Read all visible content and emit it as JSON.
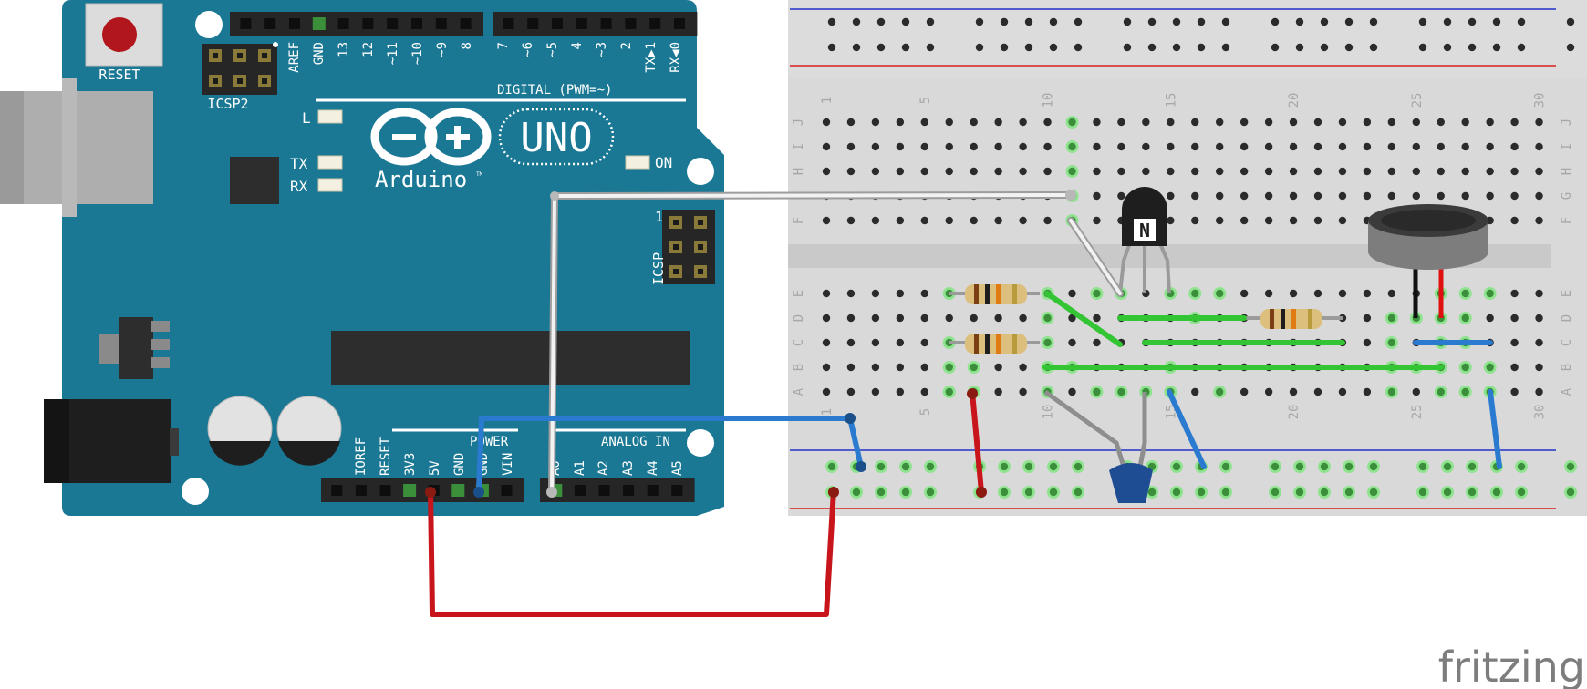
{
  "arduino": {
    "reset_label": "RESET",
    "icsp2_label": "ICSP2",
    "icsp_label": "ICSP",
    "icsp_pin1": "1",
    "uno_label": "UNO",
    "brand_label": "Arduino",
    "tm": "TM",
    "led_l": "L",
    "led_tx": "TX",
    "led_rx": "RX",
    "led_on": "ON",
    "digital_label": "DIGITAL (PWM=~)",
    "power_label": "POWER",
    "analog_label": "ANALOG IN",
    "digital_pins": [
      "AREF",
      "GND",
      "13",
      "12",
      "~11",
      "~10",
      "~9",
      "8",
      "7",
      "~6",
      "~5",
      "4",
      "~3",
      "2",
      "TX▶1",
      "RX◀0"
    ],
    "power_pins": [
      "IOREF",
      "RESET",
      "3V3",
      "5V",
      "GND",
      "GND",
      "VIN"
    ],
    "analog_pins": [
      "A0",
      "A1",
      "A2",
      "A3",
      "A4",
      "A5"
    ]
  },
  "breadboard": {
    "columns_labeled": [
      "1",
      "5",
      "10",
      "15",
      "20",
      "25",
      "30"
    ],
    "rows_top": [
      "J",
      "I",
      "H",
      "G",
      "F"
    ],
    "rows_bottom": [
      "E",
      "D",
      "C",
      "B",
      "A"
    ]
  },
  "components": {
    "transistor_label": "N"
  },
  "colors": {
    "arduino_board": "#1b7894",
    "breadboard": "#d9d9d9",
    "wire_red": "#c8151b",
    "wire_blue": "#2a7bd0",
    "wire_white": "#e8e8e8",
    "wire_green": "#34c534",
    "rail_red": "#d41e1e",
    "rail_blue": "#2232c8"
  },
  "watermark": "fritzing"
}
